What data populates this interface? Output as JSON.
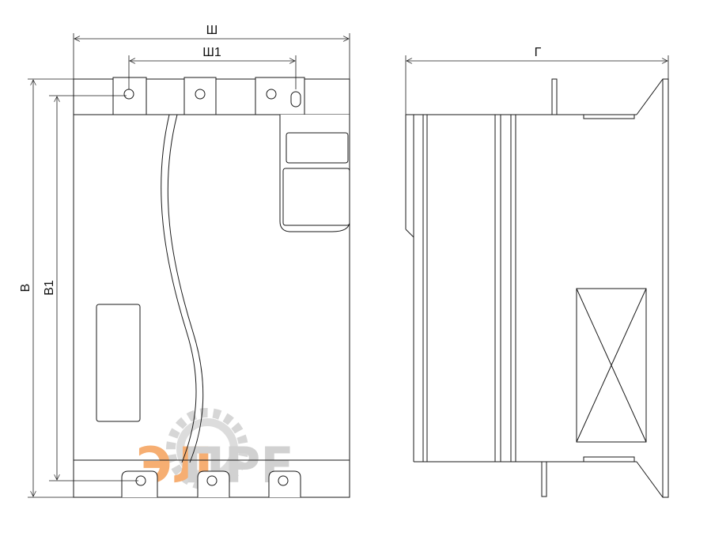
{
  "dimensions": {
    "width_label": "Ш",
    "width_mount_label": "Ш1",
    "depth_label": "Г",
    "height_label": "В",
    "height_mount_label": "В1"
  },
  "watermark": {
    "text_orange": "ЭЛ",
    "text_gray": "ПРЕ",
    "color_orange": "#f5a15a",
    "color_gray": "#c9c9c9"
  },
  "colors": {
    "lines": "#1a1a1a",
    "background": "#ffffff"
  }
}
